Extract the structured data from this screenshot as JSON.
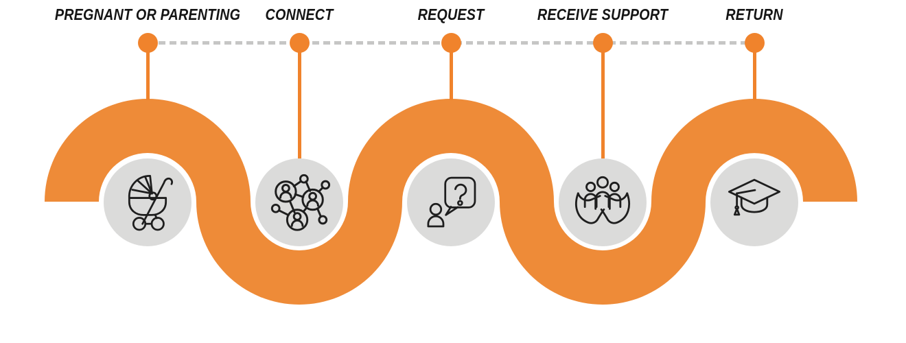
{
  "diagram": {
    "type": "process-journey-wave",
    "background_color": "#ffffff",
    "colors": {
      "wave_ribbon": "#ee8b38",
      "marker_dot": "#f0832c",
      "node_circle": "#dbdbda",
      "dashed_connector": "#c6c6c5",
      "label_text": "#151515",
      "icon_stroke": "#1e1e1e"
    },
    "steps": [
      {
        "label": "PREGNANT OR PARENTING",
        "icon": "stroller-icon",
        "wave_position": "crest"
      },
      {
        "label": "CONNECT",
        "icon": "people-network-icon",
        "wave_position": "trough"
      },
      {
        "label": "REQUEST",
        "icon": "question-speech-bubble-icon",
        "wave_position": "crest"
      },
      {
        "label": "RECEIVE SUPPORT",
        "icon": "hands-holding-people-icon",
        "wave_position": "trough"
      },
      {
        "label": "RETURN",
        "icon": "graduation-cap-icon",
        "wave_position": "crest"
      }
    ]
  }
}
